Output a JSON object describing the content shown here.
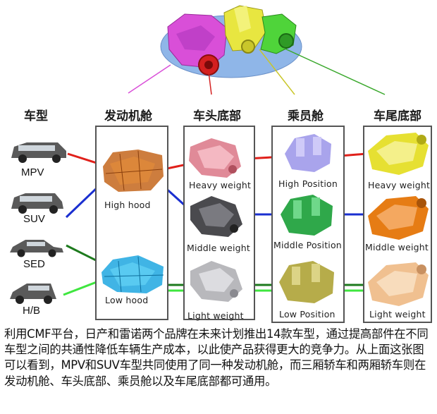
{
  "headers": {
    "vehicle_type": "车型",
    "engine_bay": "发动机舱",
    "front_underbody": "车头底部",
    "cockpit": "乘员舱",
    "rear_underbody": "车尾底部"
  },
  "vehicles": [
    {
      "label": "MPV"
    },
    {
      "label": "SUV"
    },
    {
      "label": "SED"
    },
    {
      "label": "H/B"
    }
  ],
  "engine_bay": {
    "high_label": "High hood",
    "low_label": "Low hood"
  },
  "front_underbody": {
    "heavy_label": "Heavy weight",
    "middle_label": "Middle weight",
    "light_label": "Light weight"
  },
  "cockpit": {
    "high_label": "High Position",
    "middle_label": "Middle Position",
    "low_label": "Low Position"
  },
  "rear_underbody": {
    "heavy_label": "Heavy weight",
    "middle_label": "Middle weight",
    "light_label": "Light weight"
  },
  "description": "利用CMF平台，日产和雷诺两个品牌在未来计划推出14款车型，通过提高部件在不同车型之间的共通性降低车辆生产成本，以此使产品获得更大的竞争力。从上面这张图可以看到，MPV和SUV车型共同使用了同一种发动机舱，而三厢轿车和两厢轿车则在发动机舱、车头底部、乘员舱以及车尾底部都可通用。",
  "colors": {
    "mpv_line": "#e0201a",
    "suv_line": "#1a2fd0",
    "sed_line": "#1d7a1d",
    "hb_line": "#3fe63f"
  }
}
